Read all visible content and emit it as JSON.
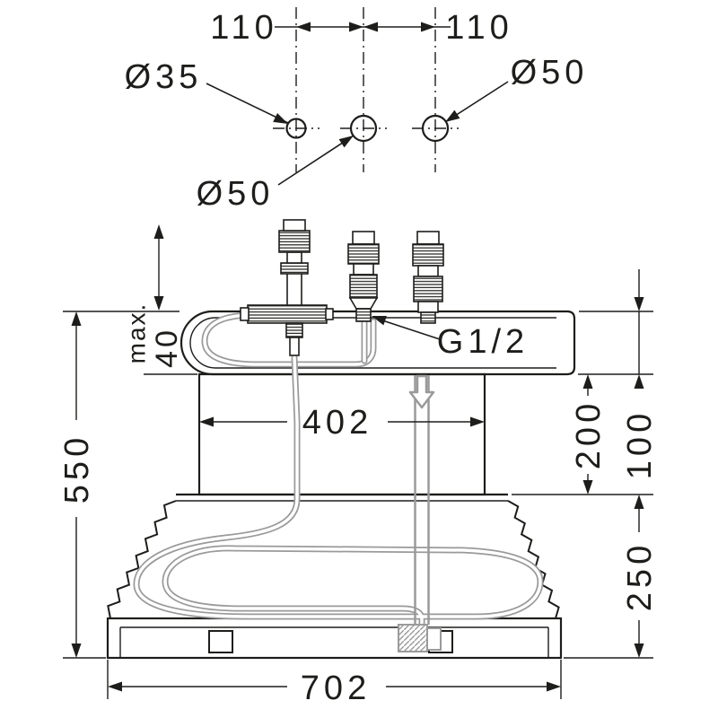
{
  "drawing": {
    "top_view": {
      "hole_spacing_left": "110",
      "hole_spacing_right": "110",
      "dia_left": "Ø35",
      "dia_middle": "Ø50",
      "dia_right": "Ø50"
    },
    "front_view": {
      "thread_label": "G1/2",
      "max_prefix": "max.",
      "max_value": "40",
      "width_body": "402",
      "height_total": "550",
      "height_mid": "200",
      "height_upper": "100",
      "height_lower": "250",
      "width_base": "702"
    },
    "colors": {
      "line": "#1d1d1b",
      "hose": "#9a9a9a"
    }
  }
}
